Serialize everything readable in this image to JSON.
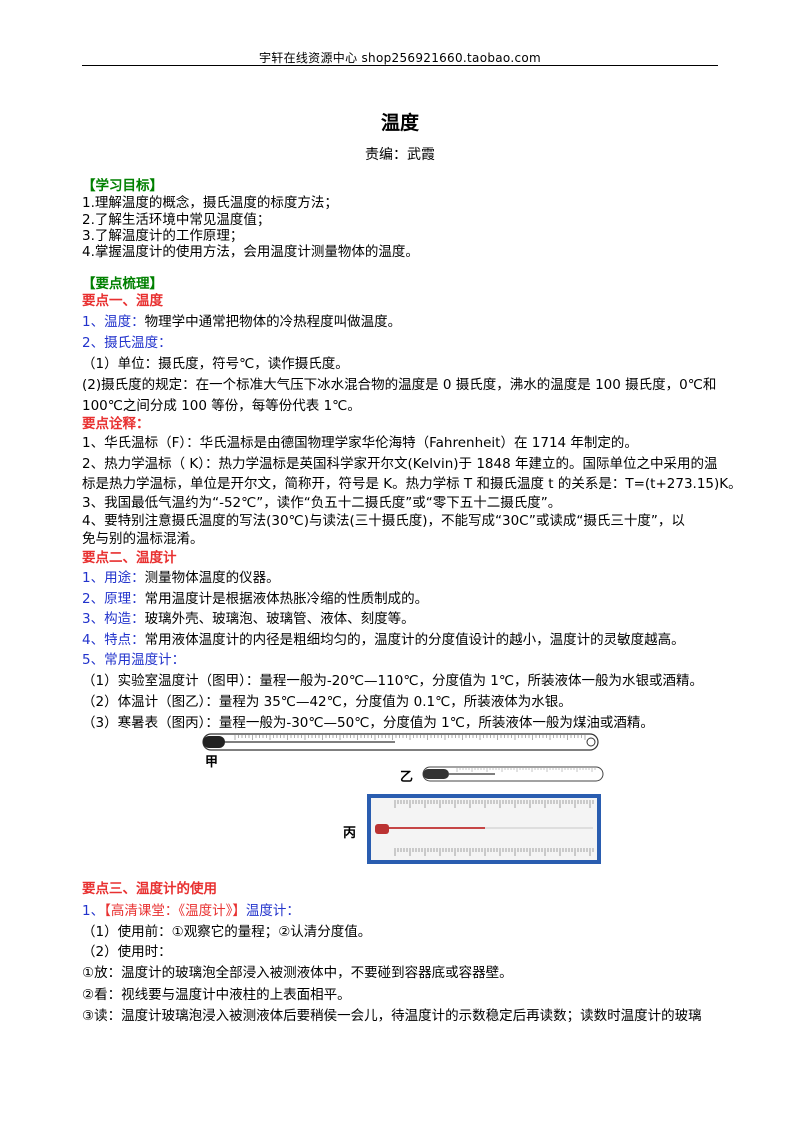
{
  "header": {
    "text": "宇轩在线资源中心   shop256921660.taobao.com"
  },
  "title": "温度",
  "editor": "责编：武霞",
  "goals": {
    "heading": "【学习目标】",
    "items": [
      "1.理解温度的概念，摄氏温度的标度方法；",
      "2.了解生活环境中常见温度值；",
      "3.了解温度计的工作原理；",
      "4.掌握温度计的使用方法，会用温度计测量物体的温度。"
    ]
  },
  "points": {
    "heading": "【要点梳理】",
    "p1": {
      "heading": "要点一、温度",
      "def_label": "1、温度：",
      "def_text": "物理学中通常把物体的冷热程度叫做温度。",
      "celsius_label": "2、摄氏温度：",
      "unit": "（1）单位：摄氏度，符号℃，读作摄氏度。",
      "rule_line1": "(2)摄氏度的规定：在一个标准大气压下冰水混合物的温度是 0 摄氏度，沸水的温度是 100 摄氏度，0℃和",
      "rule_line2": "100℃之间分成 100 等份，每等份代表 1℃。",
      "explain_heading": "要点诠释：",
      "e1": "1、华氏温标（F）：华氏温标是由德国物理学家华伦海特（Fahrenheit）在 1714 年制定的。",
      "e2_line1": "2、热力学温标（ K）：热力学温标是英国科学家开尔文(Kelvin)于 1848 年建立的。国际单位之中采用的温",
      "e2_line2": "标是热力学温标，单位是开尔文，简称开，符号是 K。热力学标 T 和摄氏温度 t 的关系是：T=(t+273.15)K。",
      "e3": "3、我国最低气温约为“-52℃”，读作“负五十二摄氏度”或“零下五十二摄氏度”。",
      "e4_line1": "4、要特别注意摄氏温度的写法(30℃)与读法(三十摄氏度)，不能写成“30C”或读成“摄氏三十度”，以",
      "e4_line2": "免与别的温标混淆。"
    },
    "p2": {
      "heading": "要点二、温度计",
      "use_label": "1、用途：",
      "use_text": "测量物体温度的仪器。",
      "principle_label": "2、原理：",
      "principle_text": "常用温度计是根据液体热胀冷缩的性质制成的。",
      "structure_label": "3、构造：",
      "structure_text": "玻璃外壳、玻璃泡、玻璃管、液体、刻度等。",
      "feature_label": "4、特点：",
      "feature_text": "常用液体温度计的内径是粗细均匀的，温度计的分度值设计的越小，温度计的灵敏度越高。",
      "common_label": "5、常用温度计：",
      "c1": "（1）实验室温度计（图甲）：量程一般为-20℃—110℃，分度值为 1℃，所装液体一般为水银或酒精。",
      "c2": "（2）体温计（图乙）：量程为 35℃—42℃，分度值为 0.1℃，所装液体为水银。",
      "c3": "（3）寒暑表（图丙）：量程一般为-30℃—50℃，分度值为 1℃，所装液体一般为煤油或酒精。",
      "fig_labels": {
        "jia": "甲",
        "yi": "乙",
        "bing": "丙"
      }
    },
    "p3": {
      "heading": "要点三、温度计的使用",
      "l1_prefix": "1、",
      "l1_link": "【高清课堂：《温度计》】",
      "l1_suffix": "温度计：",
      "before": "（1）使用前：①观察它的量程；②认清分度值。",
      "during": "（2）使用时：",
      "put": "①放：温度计的玻璃泡全部浸入被测液体中，不要碰到容器底或容器壁。",
      "look": "②看：视线要与温度计中液柱的上表面相平。",
      "read": "③读：温度计玻璃泡浸入被测液体后要稍侯一会儿，待温度计的示数稳定后再读数；读数时温度计的玻璃"
    }
  }
}
